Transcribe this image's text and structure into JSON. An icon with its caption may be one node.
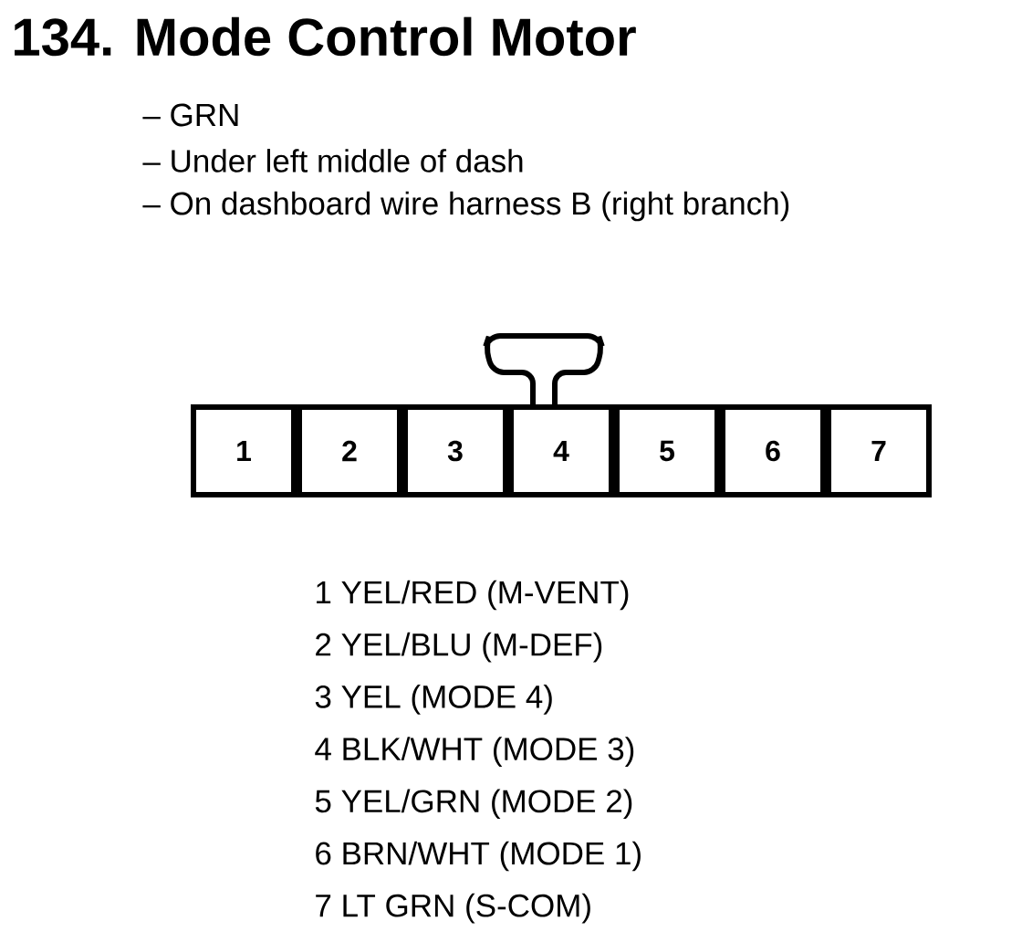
{
  "diagram": {
    "title": "134. Mode Control Motor",
    "nodes": [
      {
        "text": [
          "1"
        ]
      },
      {
        "text": [
          "2"
        ]
      },
      {
        "text": [
          "3"
        ]
      },
      {
        "text": [
          "4"
        ]
      },
      {
        "text": [
          "5"
        ]
      },
      {
        "text": [
          "6"
        ]
      },
      {
        "text": [
          "7"
        ]
      }
    ],
    "labels": [
      "– GRN",
      "– Under left middle of dash",
      "– On dashboard wire harness B (right branch)",
      "1 YEL/RED (M-VENT)",
      "2 YEL/BLU (M-DEF)",
      "3 YEL (MODE 4)",
      "4 BLK/WHT (MODE 3)",
      "5 YEL/GRN (MODE 2)",
      "6 BRN/WHT (MODE 1)",
      "7 LT GRN (S-COM)"
    ]
  }
}
